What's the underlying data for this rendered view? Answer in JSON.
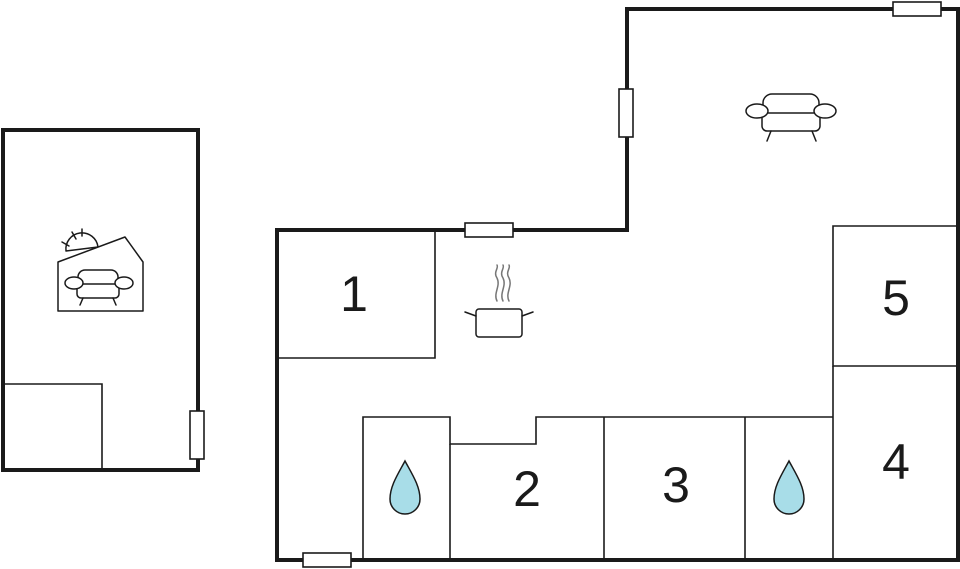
{
  "rooms": [
    {
      "id": "1",
      "label": "1"
    },
    {
      "id": "2",
      "label": "2"
    },
    {
      "id": "3",
      "label": "3"
    },
    {
      "id": "4",
      "label": "4"
    },
    {
      "id": "5",
      "label": "5"
    }
  ],
  "icons": {
    "living": "sofa-icon",
    "conservatory": "sun-sofa-icon",
    "kitchen": "cooking-pot-icon",
    "bathroom": "water-drop-icon"
  },
  "colors": {
    "wall": "#1a1a1a",
    "water": "#a8dde8",
    "background": "#ffffff"
  }
}
